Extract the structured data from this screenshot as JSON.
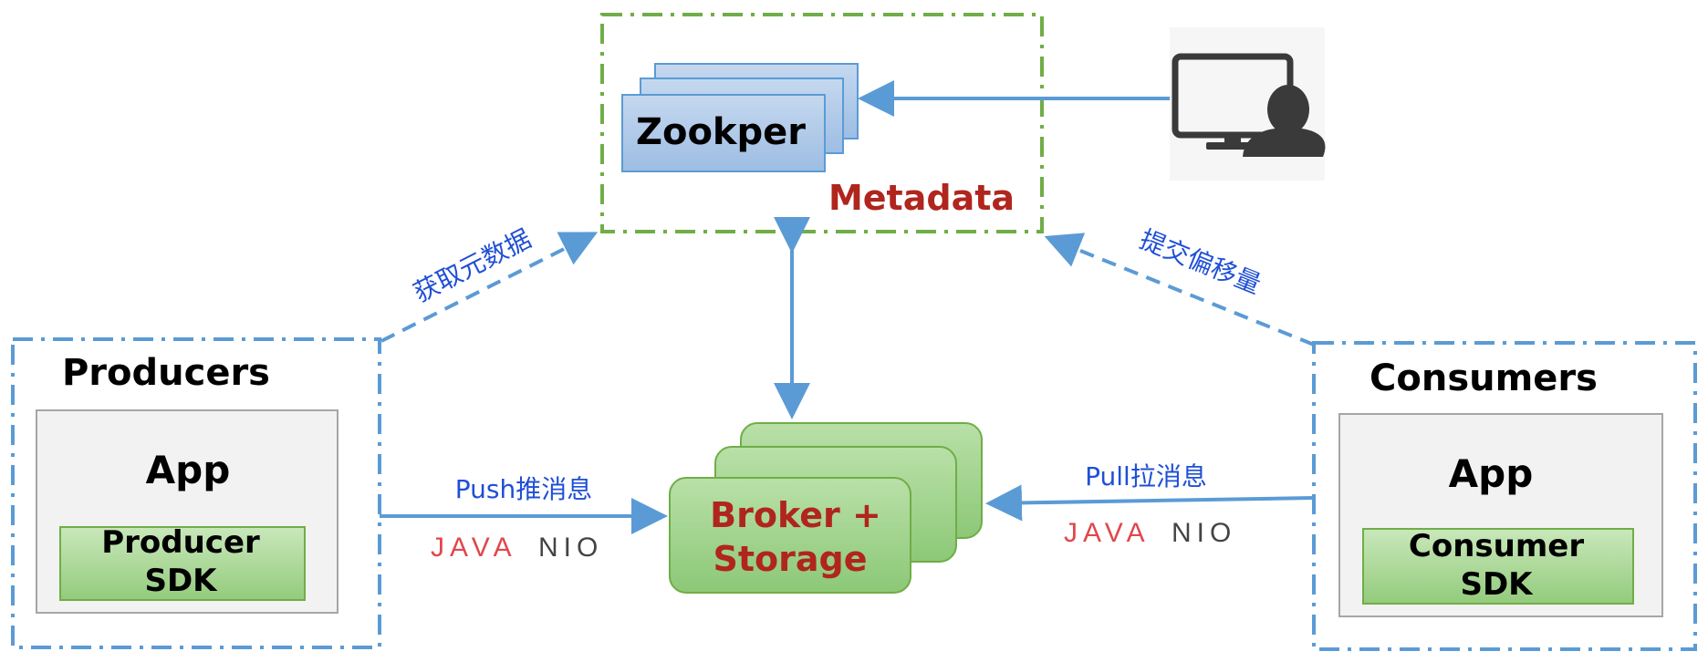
{
  "metadata": {
    "zookeeper_label": "Zookper",
    "label": "Metadata"
  },
  "admin": {
    "icon": "computer-user-icon"
  },
  "producers": {
    "title": "Producers",
    "app": "App",
    "sdk_line1": "Producer",
    "sdk_line2": "SDK"
  },
  "consumers": {
    "title": "Consumers",
    "app": "App",
    "sdk_line1": "Consumer",
    "sdk_line2": "SDK"
  },
  "broker": {
    "line1": "Broker +",
    "line2": "Storage"
  },
  "edges": {
    "fetch_metadata": "获取元数据",
    "commit_offset": "提交偏移量",
    "push": "Push推消息",
    "pull": "Pull拉消息",
    "java": "JAVA",
    "nio": "NIO"
  },
  "colors": {
    "arrow": "#5b9bd5",
    "green_dash": "#70ad47",
    "blue_dash": "#5b9bd5",
    "zk_fill": "#aec7e8",
    "broker_fill": "#9bd08a",
    "label_red": "#b0251d",
    "label_blue": "#1f4fd6"
  }
}
